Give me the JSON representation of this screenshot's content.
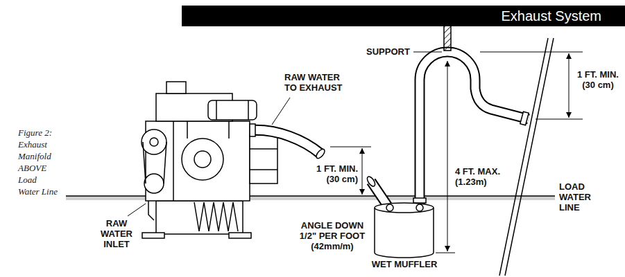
{
  "diagram": {
    "title": "Exhaust System",
    "caption": "Figure 2: Exhaust Manifold ABOVE Load Water Line",
    "labels": [
      "SUPPORT",
      "RAW WATER TO EXHAUST",
      "1 FT. MIN. (30 cm)",
      "4 FT. MAX. (1.23m)",
      "1 FT. MIN. (30 cm)",
      "LOAD WATER LINE",
      "RAW WATER INLET",
      "ANGLE DOWN 1/2\" PER FOOT (42mm/m)",
      "WET MUFFLER"
    ]
  }
}
